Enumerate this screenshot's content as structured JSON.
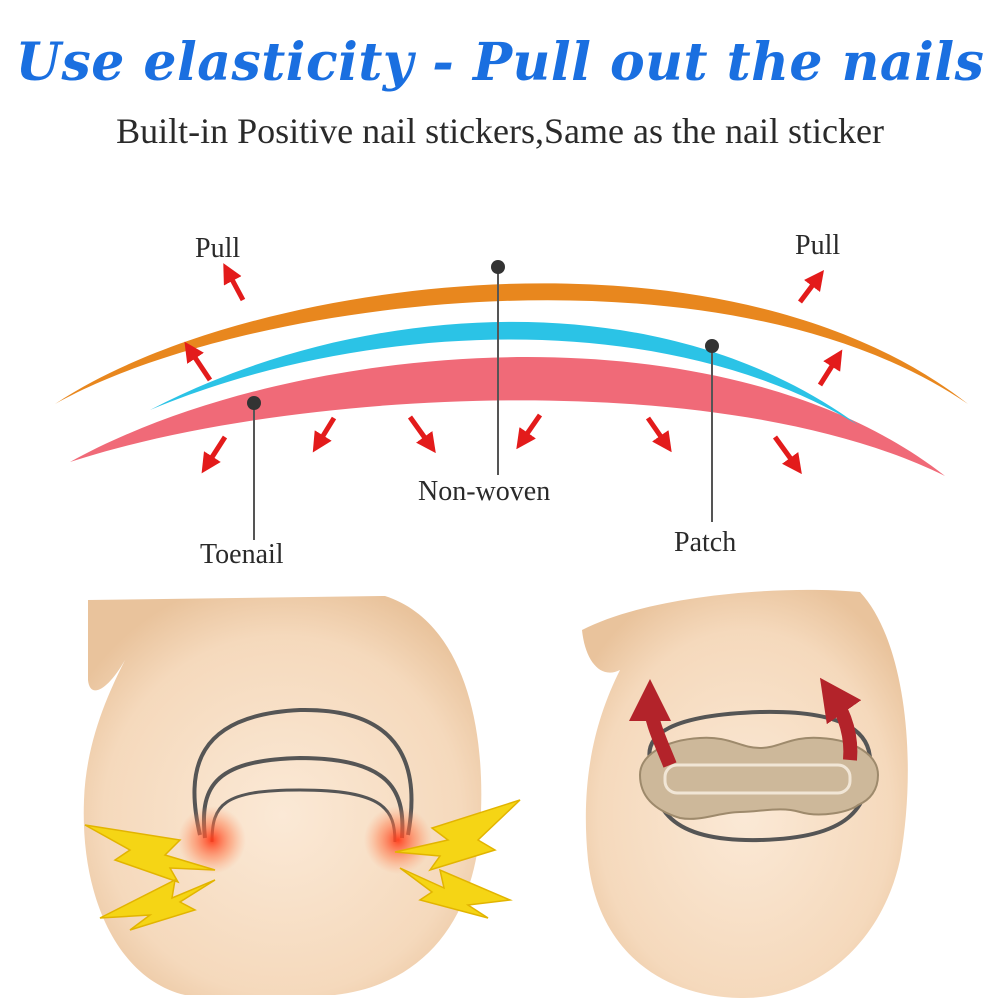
{
  "header": {
    "title": "Use elasticity - Pull out the nails",
    "subtitle": "Built-in Positive nail stickers,Same as the nail sticker"
  },
  "labels": {
    "pull_left": "Pull",
    "pull_right": "Pull",
    "toenail": "Toenail",
    "non_woven": "Non-woven",
    "patch": "Patch"
  },
  "colors": {
    "title": "#1a6fe0",
    "non_woven": "#e8871e",
    "patch": "#2bc3e6",
    "toenail": "#f06a78",
    "arrow": "#e31b1b",
    "skin": "#f6dcc0",
    "pain_bolt": "#f5d515",
    "lift_arrow": "#b3232a",
    "sticker": "#cdb89a"
  }
}
